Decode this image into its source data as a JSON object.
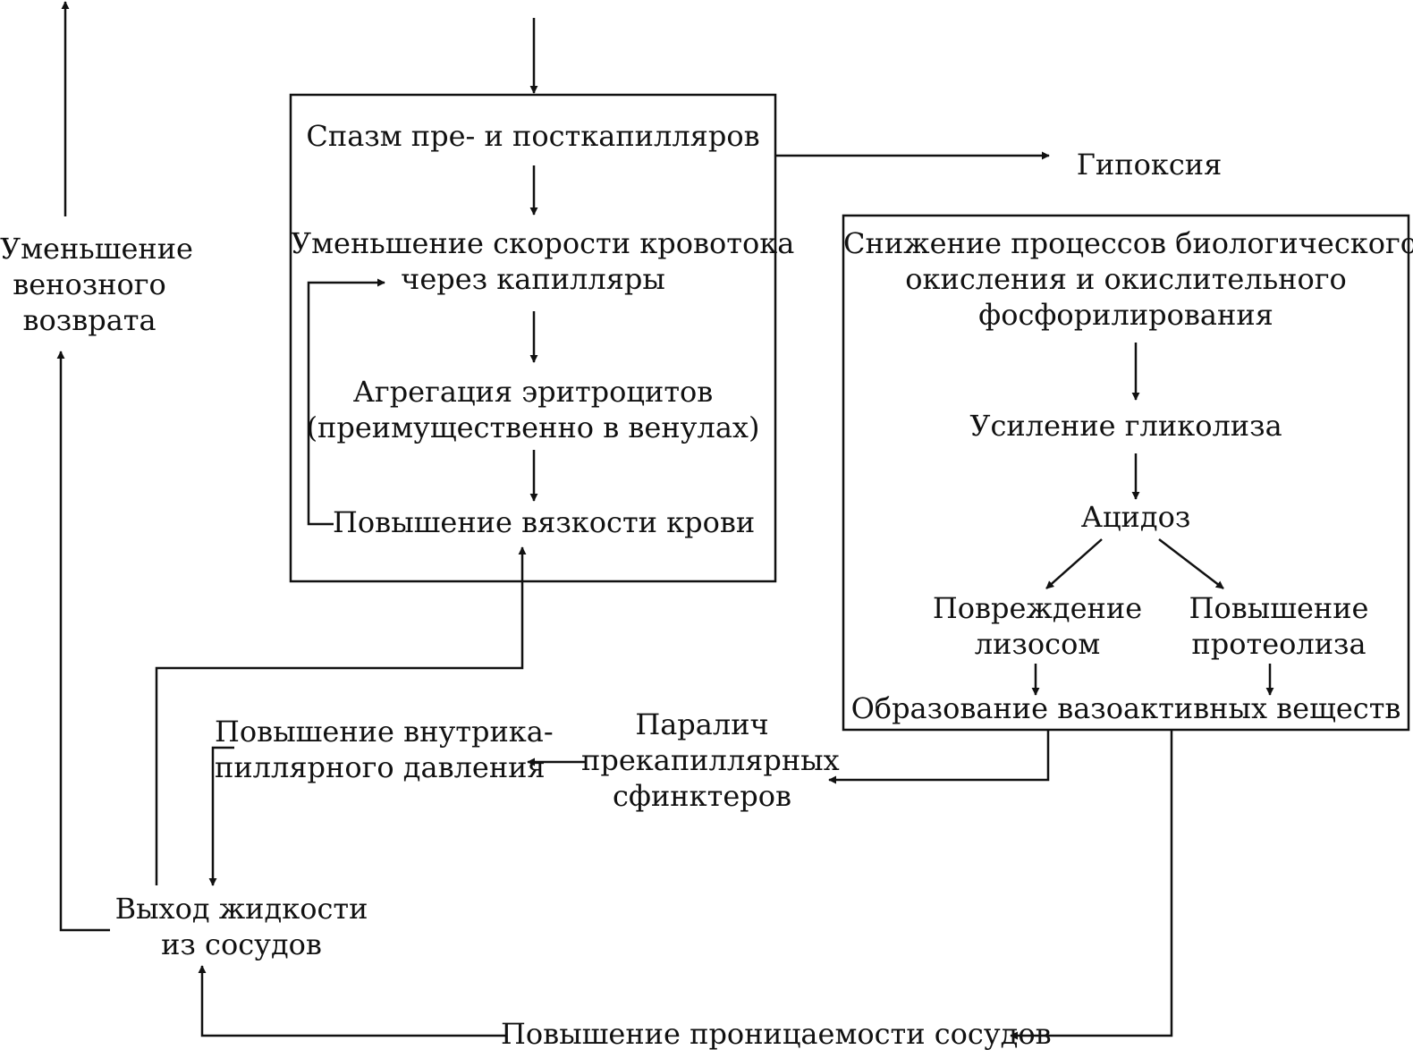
{
  "diagram": {
    "left_box": {
      "spasm": "Спазм пре- и посткапилляров",
      "slowdown_line1": "Уменьшение скорости кровотока",
      "slowdown_line2": "через капилляры",
      "aggregation_line1": "Агрегация эритроцитов",
      "aggregation_line2": "(преимущественно в венулах)",
      "viscosity": "Повышение вязкости крови"
    },
    "hypoxia": "Гипоксия",
    "right_box": {
      "oxidation_line1": "Снижение процессов биологического",
      "oxidation_line2": "окисления и окислительного",
      "oxidation_line3": "фосфорилирования",
      "glycolysis": "Усиление гликолиза",
      "acidosis": "Ацидоз",
      "lysosome_line1": "Повреждение",
      "lysosome_line2": "лизосом",
      "proteolysis_line1": "Повышение",
      "proteolysis_line2": "протеолиза",
      "vasoactive": "Образование вазоактивных веществ"
    },
    "venous_return_line1": "Уменьшение",
    "venous_return_line2": "венозного",
    "venous_return_line3": "возврата",
    "pressure_line1": "Повышение внутрика-",
    "pressure_line2": "пиллярного давления",
    "paralysis_line1": "Паралич",
    "paralysis_line2": "прекапиллярных",
    "paralysis_line3": "сфинктеров",
    "fluid_exit_line1": "Выход жидкости",
    "fluid_exit_line2": "из сосудов",
    "permeability": "Повышение проницаемости сосудов",
    "colors": {
      "ink": "#111111",
      "background": "#ffffff"
    }
  }
}
